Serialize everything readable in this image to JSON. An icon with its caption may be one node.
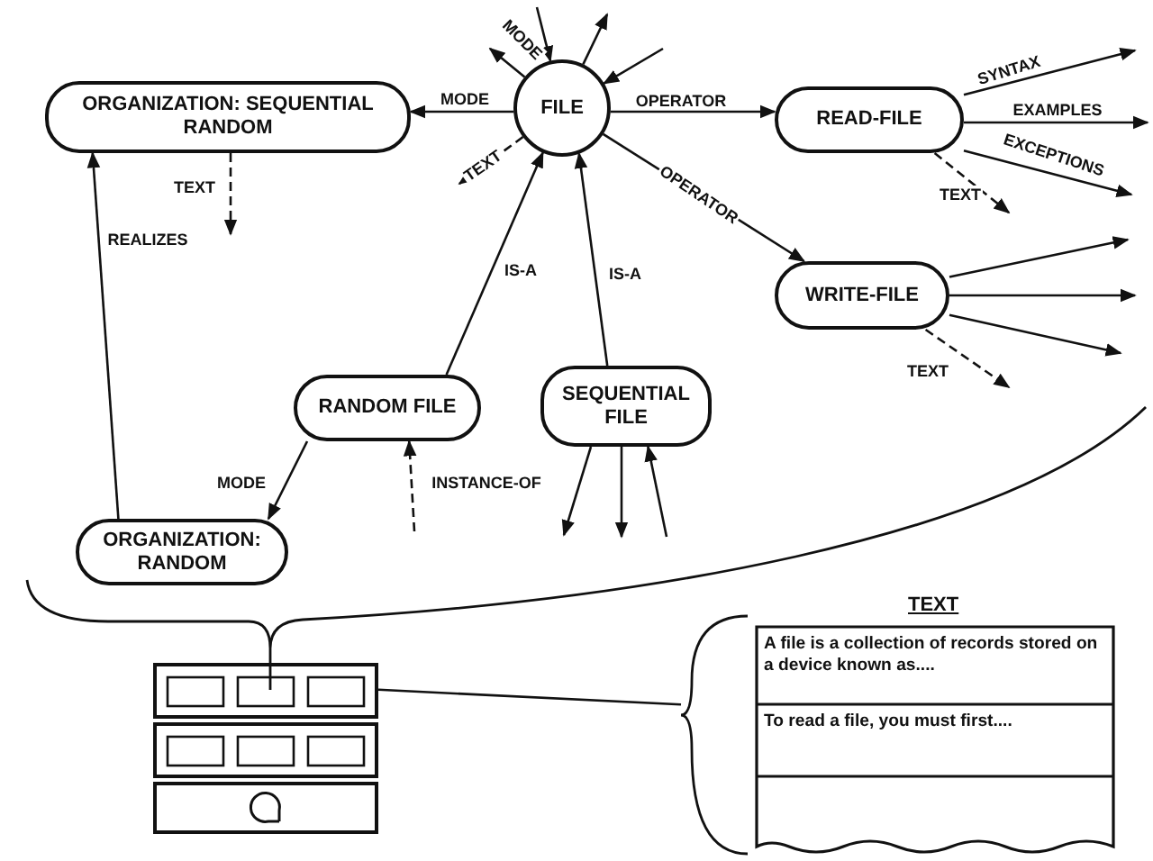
{
  "diagram": {
    "nodes": [
      {
        "text": [
          "FILE"
        ]
      },
      {
        "text": [
          "ORGANIZATION: SEQUENTIAL RANDOM"
        ]
      },
      {
        "text": [
          "READ-FILE"
        ]
      },
      {
        "text": [
          "WRITE-FILE"
        ]
      },
      {
        "text": [
          "RANDOM FILE"
        ]
      },
      {
        "text": [
          "SEQUENTIAL FILE"
        ]
      },
      {
        "text": [
          "ORGANIZATION: RANDOM"
        ]
      },
      {
        "text": [],
        "shape": "picture"
      },
      {
        "text": [
          "TEXT",
          "A file is a collection of records stored on a device known as....",
          "To read a file, you must first...."
        ]
      }
    ],
    "edges": [
      {
        "from": 0,
        "to": null,
        "label": "MODE",
        "arrow": "to"
      },
      {
        "from": null,
        "to": 0,
        "arrow": "to"
      },
      {
        "from": 0,
        "to": null,
        "arrow": "to"
      },
      {
        "from": null,
        "to": 0,
        "arrow": "to"
      },
      {
        "from": 0,
        "to": 1,
        "label": "MODE",
        "arrow": "to"
      },
      {
        "from": 0,
        "to": null,
        "label": "TEXT",
        "arrow": "to",
        "style": "dashed"
      },
      {
        "from": 0,
        "to": 2,
        "label": "OPERATOR",
        "arrow": "to"
      },
      {
        "from": 0,
        "to": 3,
        "label": "OPERATOR",
        "arrow": "to"
      },
      {
        "from": 1,
        "to": null,
        "label": "TEXT",
        "arrow": "to",
        "style": "dashed"
      },
      {
        "from": 2,
        "to": null,
        "label": "SYNTAX",
        "arrow": "to"
      },
      {
        "from": 2,
        "to": null,
        "label": "EXAMPLES",
        "arrow": "to"
      },
      {
        "from": 2,
        "to": null,
        "label": "EXCEPTIONS",
        "arrow": "to"
      },
      {
        "from": 2,
        "to": null,
        "label": "TEXT",
        "arrow": "to",
        "style": "dashed"
      },
      {
        "from": 3,
        "to": null,
        "arrow": "to"
      },
      {
        "from": 3,
        "to": null,
        "arrow": "to"
      },
      {
        "from": 3,
        "to": null,
        "arrow": "to"
      },
      {
        "from": 3,
        "to": null,
        "label": "TEXT",
        "arrow": "to",
        "style": "dashed"
      },
      {
        "from": 4,
        "to": 0,
        "label": "IS-A",
        "arrow": "to"
      },
      {
        "from": 5,
        "to": 0,
        "label": "IS-A",
        "arrow": "to"
      },
      {
        "from": 6,
        "to": 1,
        "label": "REALIZES",
        "arrow": "to"
      },
      {
        "from": 4,
        "to": 6,
        "label": "MODE",
        "arrow": "to"
      },
      {
        "from": null,
        "to": 4,
        "label": "INSTANCE-OF",
        "arrow": "to",
        "style": "dashed"
      },
      {
        "from": 5,
        "to": null,
        "arrow": "to"
      },
      {
        "from": 5,
        "to": null,
        "arrow": "to"
      },
      {
        "from": null,
        "to": 5,
        "arrow": "to"
      },
      {
        "from": 7,
        "to": 8,
        "arrow": "none"
      }
    ]
  }
}
